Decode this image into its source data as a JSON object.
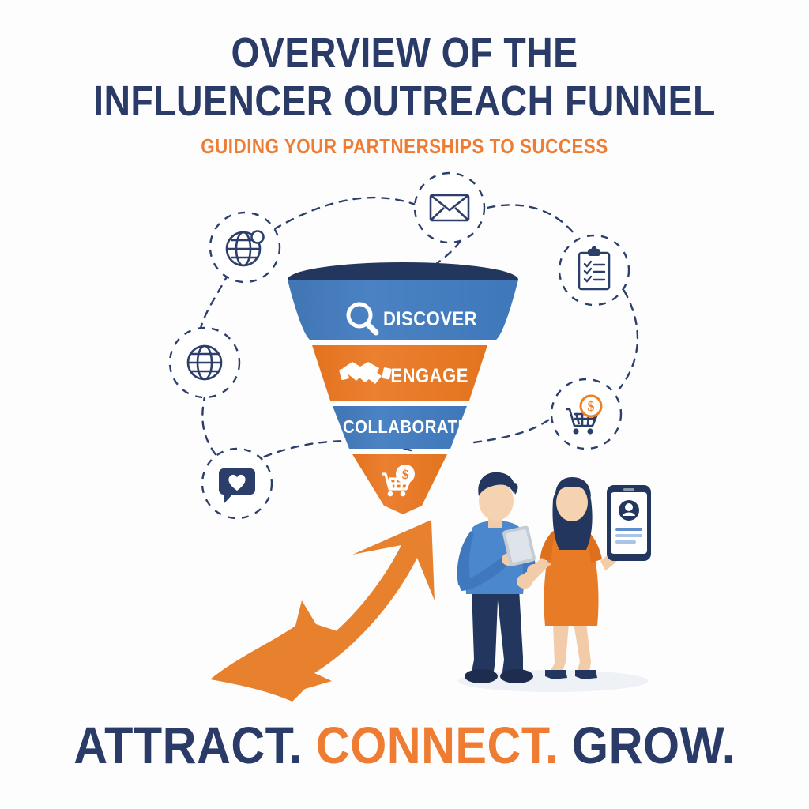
{
  "header": {
    "title_line1": "OVERVIEW OF THE",
    "title_line2": "INFLUENCER OUTREACH FUNNEL",
    "subtitle": "GUIDING YOUR PARTNERSHIPS TO SUCCESS"
  },
  "footer": {
    "word1": "ATTRACT.",
    "word2": "CONNECT.",
    "word3": "GROW."
  },
  "funnel": {
    "stages": [
      {
        "label": "DISCOVER",
        "icon": "magnifier-icon",
        "color": "#4a82c3"
      },
      {
        "label": "ENGAGE",
        "icon": "handshake-icon",
        "color": "#e87b26"
      },
      {
        "label": "COLLABORATE",
        "icon": "",
        "color": "#4a82c3"
      },
      {
        "label": "",
        "icon": "shopping-cart-dollar-icon",
        "color": "#e87b26"
      }
    ],
    "rim_color": "#23365e"
  },
  "orbit_icons": [
    {
      "name": "globe-network-icon",
      "position": "top-left"
    },
    {
      "name": "globe-icon",
      "position": "mid-left"
    },
    {
      "name": "chat-heart-icon",
      "position": "bottom-left"
    },
    {
      "name": "envelope-icon",
      "position": "top-center"
    },
    {
      "name": "clipboard-checklist-icon",
      "position": "top-right"
    },
    {
      "name": "shopping-cart-dollar-icon",
      "position": "mid-right"
    }
  ],
  "illustration": {
    "arrow": "growth-arrow-icon",
    "person_left": "man-with-tablet",
    "person_right": "woman-with-phone",
    "phone_card": "profile-card"
  },
  "colors": {
    "navy": "#2a3b68",
    "deep_navy": "#23365e",
    "orange": "#e87b26",
    "orange_text": "#ee7d33",
    "blue": "#4a82c3",
    "background": "#ffffff"
  }
}
